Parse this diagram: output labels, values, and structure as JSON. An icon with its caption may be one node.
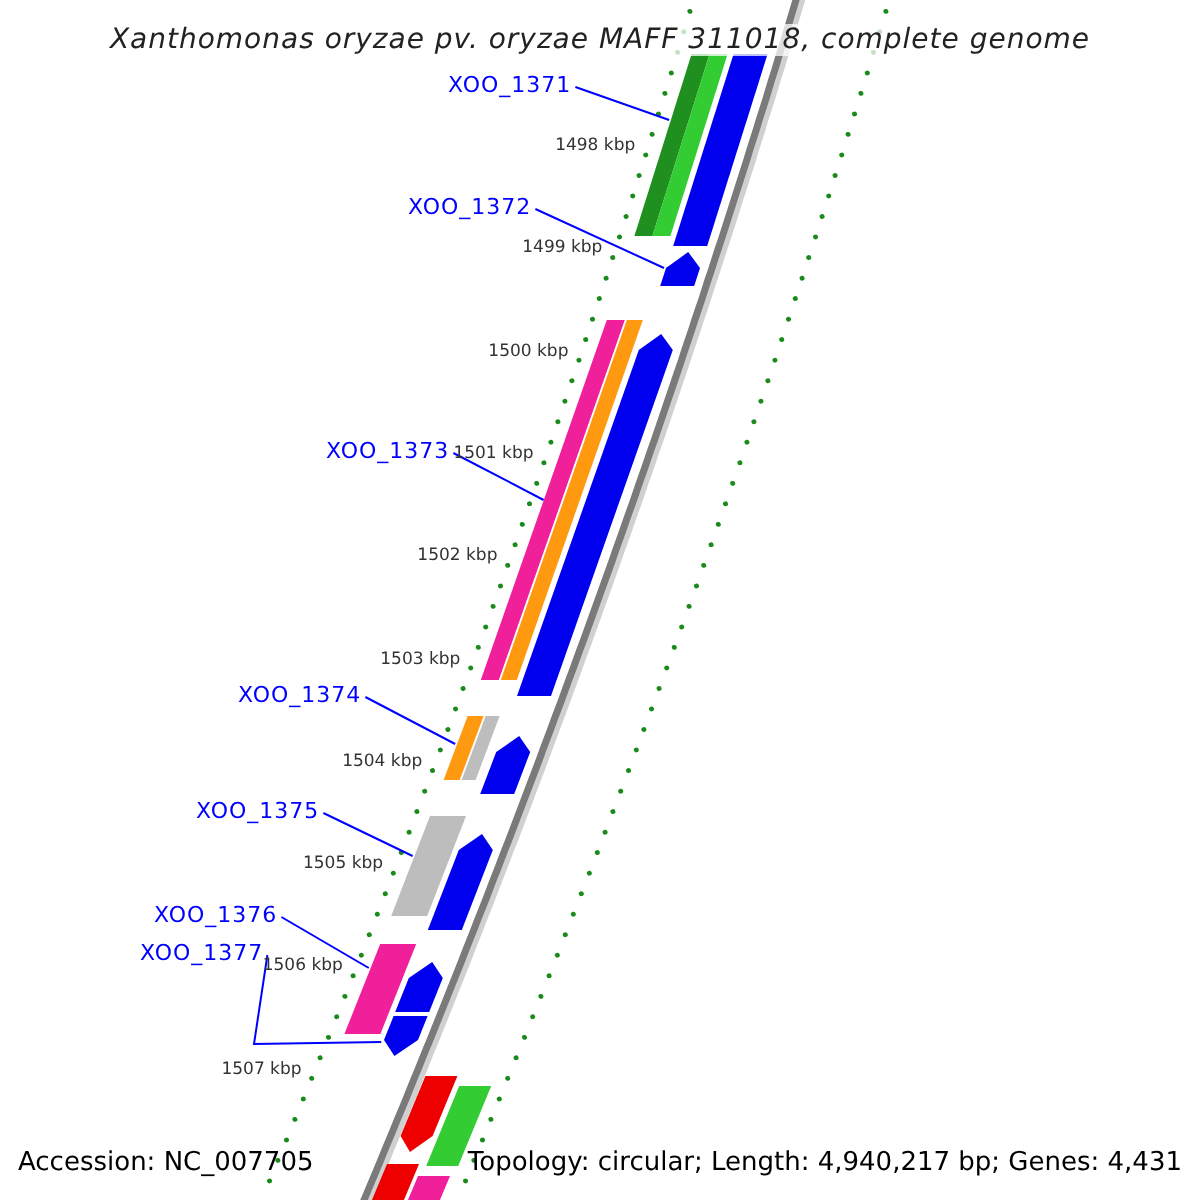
{
  "diagram": {
    "title": "Xanthomonas oryzae pv. oryzae MAFF 311018, complete genome",
    "nodes": [
      {
        "text": [
          "XOO_1371"
        ]
      },
      {
        "text": [],
        "shape": "bar"
      },
      {
        "text": [],
        "shape": "bar"
      },
      {
        "text": [
          "XOO_1372"
        ]
      },
      {
        "text": [],
        "shape": "pentagon"
      },
      {
        "text": [
          "XOO_1373"
        ]
      },
      {
        "text": [],
        "shape": "bar"
      },
      {
        "text": [],
        "shape": "bar"
      },
      {
        "text": [],
        "shape": "pentagon"
      },
      {
        "text": [
          "XOO_1374"
        ]
      },
      {
        "text": [],
        "shape": "bar"
      },
      {
        "text": [],
        "shape": "bar"
      },
      {
        "text": [],
        "shape": "pentagon"
      },
      {
        "text": [
          "XOO_1375"
        ]
      },
      {
        "text": [],
        "shape": "bar"
      },
      {
        "text": [],
        "shape": "pentagon"
      },
      {
        "text": [
          "XOO_1376"
        ]
      },
      {
        "text": [],
        "shape": "bar"
      },
      {
        "text": [],
        "shape": "pentagon"
      },
      {
        "text": [
          "XOO_1377"
        ]
      },
      {
        "text": [],
        "shape": "pentagon"
      },
      {
        "text": [],
        "shape": "pentagon"
      },
      {
        "text": [],
        "shape": "bar"
      },
      {
        "text": [],
        "shape": "bar"
      },
      {
        "text": [],
        "shape": "bar"
      }
    ],
    "edges": [
      {
        "from": 0,
        "to": 1,
        "arrow": "none"
      },
      {
        "from": 3,
        "to": 4,
        "arrow": "none"
      },
      {
        "from": 5,
        "to": 6,
        "arrow": "none"
      },
      {
        "from": 9,
        "to": 10,
        "arrow": "none"
      },
      {
        "from": 13,
        "to": 14,
        "arrow": "none"
      },
      {
        "from": 16,
        "to": 17,
        "arrow": "none"
      },
      {
        "from": 19,
        "to": 20,
        "arrow": "none"
      }
    ],
    "labels": [
      "1498 kbp",
      "1499 kbp",
      "1500 kbp",
      "1501 kbp",
      "1502 kbp",
      "1503 kbp",
      "1504 kbp",
      "1505 kbp",
      "1506 kbp",
      "1507 kbp",
      "Accession: NC_007705",
      "Topology: circular; Length: 4,940,217 bp; Genes: 4,431"
    ]
  }
}
